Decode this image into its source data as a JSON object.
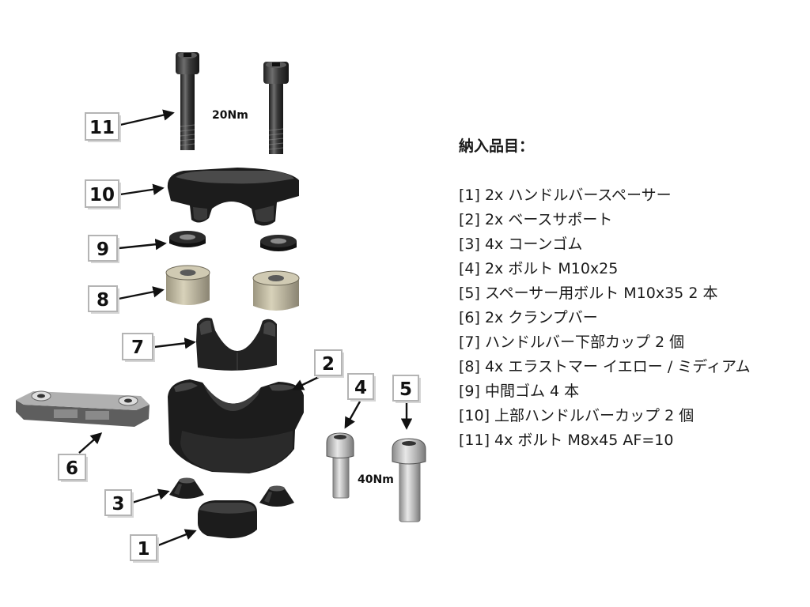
{
  "parts_list": {
    "heading": "納入品目：",
    "items": [
      "[1] 2x ハンドルバースペーサー",
      "[2] 2x ベースサポート",
      "[3] 4x コーンゴム",
      "[4] 2x ボルト M10x25",
      "[5] スペーサー用ボルト M10x35 2 本",
      "[6] 2x クランプバー",
      "[7] ハンドルバー下部カップ 2 個",
      "[8] 4x エラストマー イエロー / ミディアム",
      "[9] 中間ゴム 4 本",
      "[10] 上部ハンドルバーカップ 2 個",
      "[11] 4x ボルト M8x45 AF=10"
    ]
  },
  "callouts": {
    "part_11": "11",
    "part_10": "10",
    "part_9": "9",
    "part_8": "8",
    "part_7": "7",
    "part_2": "2",
    "part_4": "4",
    "part_5": "5",
    "part_6": "6",
    "part_3": "3",
    "part_1": "1"
  },
  "torque": {
    "bolt_11": "20Nm",
    "bolts_4_5": "40Nm"
  }
}
